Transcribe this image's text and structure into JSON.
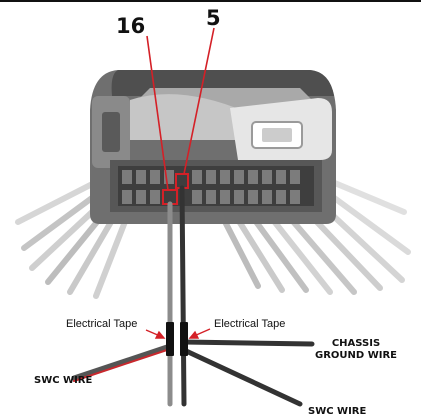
{
  "pin_labels": {
    "left": "16",
    "right": "5"
  },
  "annotations": {
    "tape_left": "Electrical Tape",
    "tape_right": "Electrical Tape",
    "chassis_line1": "CHASSIS",
    "chassis_line2": "GROUND WIRE",
    "swc_left": "SWC WIRE",
    "swc_right": "SWC WIRE"
  },
  "colors": {
    "highlight": "#d42027",
    "wire_dark": "#333333",
    "wire_gray": "#8c8c8c",
    "wire_red": "#c8282d"
  }
}
